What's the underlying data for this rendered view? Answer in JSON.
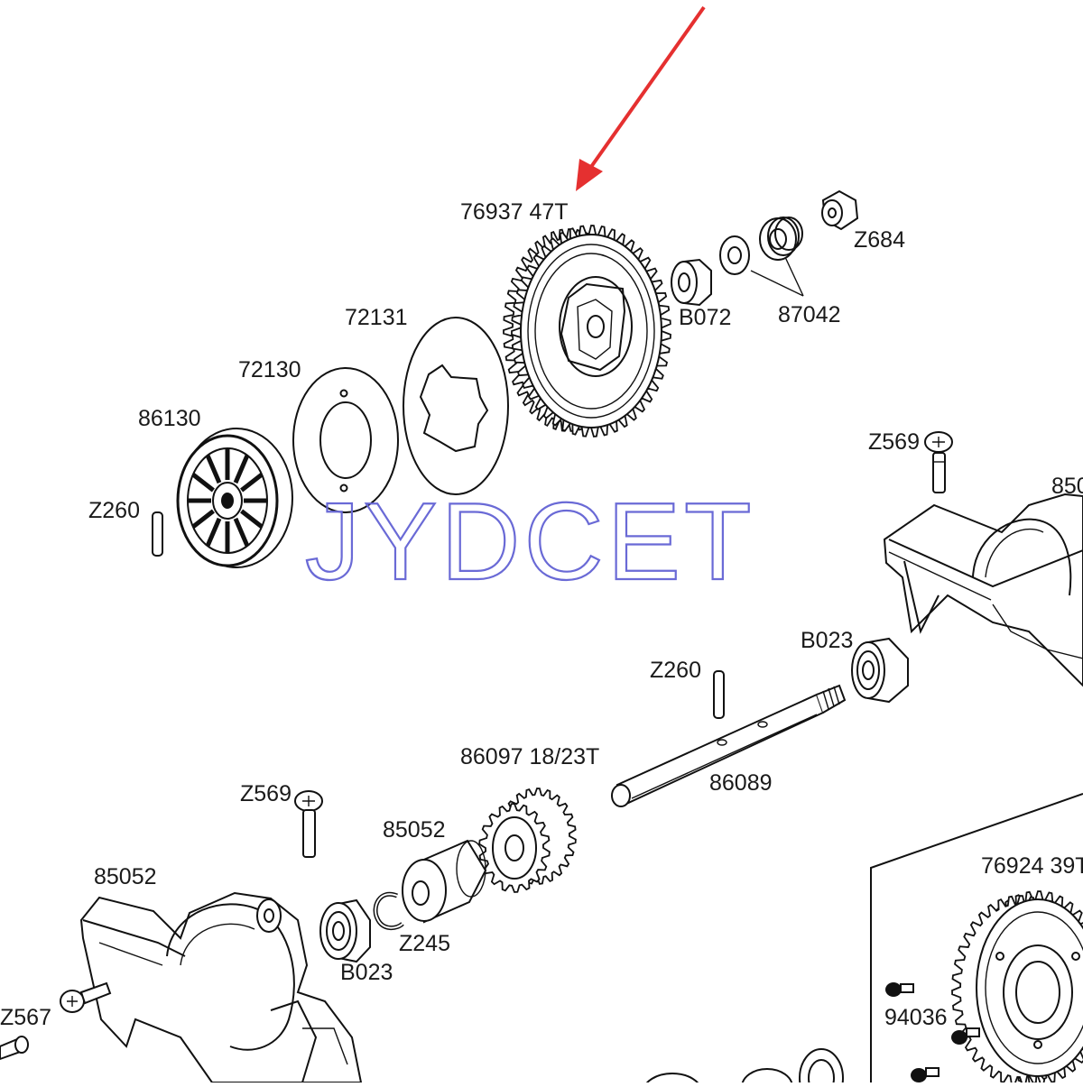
{
  "diagram": {
    "labels": [
      {
        "id": "spur-gear-main",
        "text": "76937 47T"
      },
      {
        "id": "slipper-plate-72131",
        "text": "72131"
      },
      {
        "id": "slipper-pad-72130",
        "text": "72130"
      },
      {
        "id": "hub-86130",
        "text": "86130"
      },
      {
        "id": "pin-z260-top",
        "text": "Z260"
      },
      {
        "id": "bearing-b072",
        "text": "B072"
      },
      {
        "id": "spring-set-87042",
        "text": "87042"
      },
      {
        "id": "nut-z684",
        "text": "Z684"
      },
      {
        "id": "screw-z569-right",
        "text": "Z569"
      },
      {
        "id": "housing-85052-right",
        "text": "850"
      },
      {
        "id": "bearing-b023-right",
        "text": "B023"
      },
      {
        "id": "pin-z260-shaft",
        "text": "Z260"
      },
      {
        "id": "gear-86097",
        "text": "86097 18/23T"
      },
      {
        "id": "shaft-86089",
        "text": "86089"
      },
      {
        "id": "screw-z569-left",
        "text": "Z569"
      },
      {
        "id": "spacer-85052",
        "text": "85052"
      },
      {
        "id": "housing-85052-left",
        "text": "85052"
      },
      {
        "id": "clip-z245",
        "text": "Z245"
      },
      {
        "id": "bearing-b023-left",
        "text": "B023"
      },
      {
        "id": "screw-z567",
        "text": "Z567"
      },
      {
        "id": "gear-76924",
        "text": "76924 39T"
      },
      {
        "id": "screw-94036",
        "text": "94036"
      }
    ],
    "watermark": "JYDCET",
    "colors": {
      "arrow": "#e53030",
      "watermark": "#6a6ad6",
      "line": "#111111"
    }
  }
}
